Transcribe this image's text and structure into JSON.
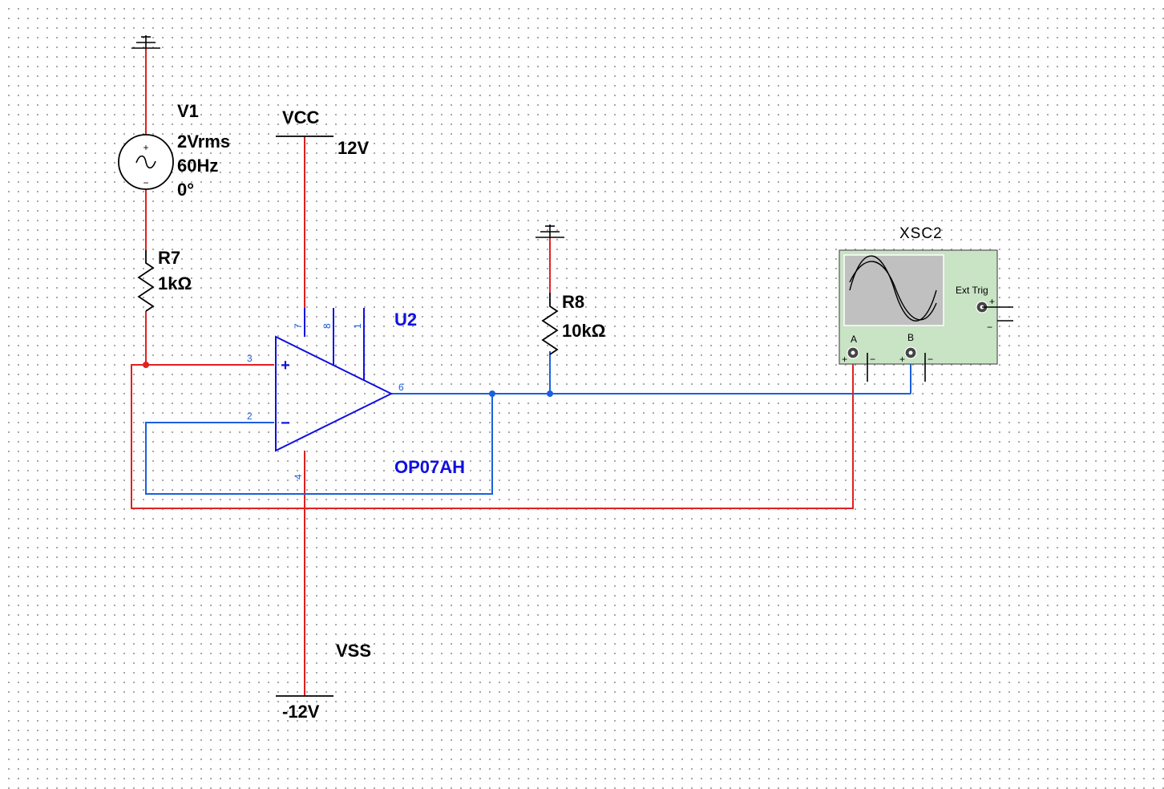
{
  "colors": {
    "wire_red": "#e02020",
    "wire_blue": "#1a5fe0",
    "component_blue": "#1010e0",
    "scope_body": "#c9e3c5",
    "scope_screen": "#c0c0c0"
  },
  "source": {
    "name": "V1",
    "amplitude": "2Vrms",
    "frequency": "60Hz",
    "phase": "0°",
    "plus": "+",
    "minus": "−"
  },
  "resistors": [
    {
      "name": "R7",
      "value": "1kΩ"
    },
    {
      "name": "R8",
      "value": "10kΩ"
    }
  ],
  "supplies": {
    "vcc": {
      "name": "VCC",
      "value": "12V"
    },
    "vss": {
      "name": "VSS",
      "value": "-12V"
    }
  },
  "opamp": {
    "ref": "U2",
    "model": "OP07AH",
    "plus": "+",
    "minus": "−",
    "pins": {
      "p3": "3",
      "p2": "2",
      "p6": "6",
      "p7": "7",
      "p8": "8",
      "p1": "1",
      "p4": "4"
    }
  },
  "scope": {
    "name": "XSC2",
    "ext_trig": "Ext Trig",
    "channel_a": "A",
    "channel_b": "B",
    "plus": "+",
    "minus": "−"
  }
}
